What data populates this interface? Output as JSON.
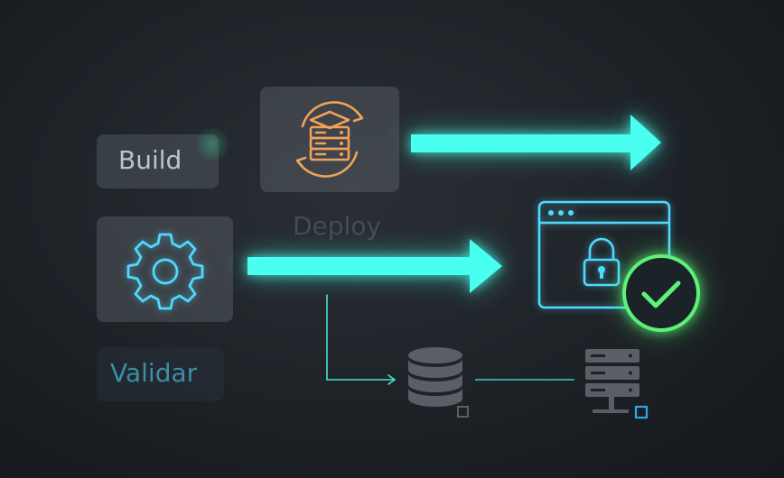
{
  "steps": {
    "build": {
      "label": "Build"
    },
    "deploy": {
      "label": "Deploy"
    },
    "validate": {
      "label": "Validar"
    }
  },
  "colors": {
    "accent_teal": "#48fff0",
    "accent_green": "#5cf27a",
    "accent_orange": "#f0a25a",
    "icon_cyan": "#4fd9ff",
    "muted_gray": "#5a5f66"
  },
  "icons": [
    "server-stack-sync-icon",
    "gear-icon",
    "browser-lock-icon",
    "check-circle-icon",
    "database-icon",
    "server-rack-network-icon"
  ]
}
